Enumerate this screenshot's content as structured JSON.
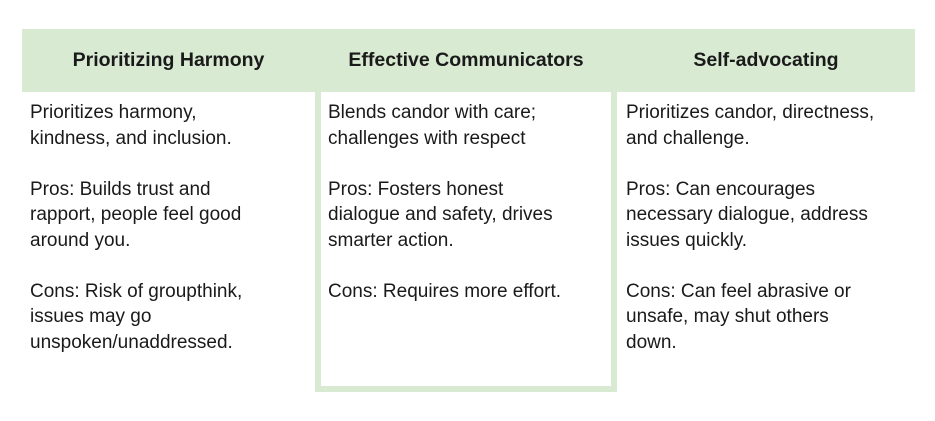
{
  "header": {
    "background_color": "#d9ead3"
  },
  "columns": [
    {
      "title": "Prioritizing Harmony",
      "description": "Prioritizes harmony,\nkindness, and inclusion.",
      "pros": "Pros: Builds trust and\nrapport, people feel good\naround you.",
      "cons": "Cons: Risk of groupthink,\nissues may go\nunspoken/unaddressed."
    },
    {
      "title": "Effective Communicators",
      "description": "Blends candor with care;\nchallenges with respect",
      "pros": "Pros: Fosters honest\ndialogue and safety, drives\nsmarter action.",
      "cons": "Cons: Requires more effort."
    },
    {
      "title": "Self-advocating",
      "description": "Prioritizes candor, directness,\nand challenge.",
      "pros": "Pros: Can encourages\nnecessary dialogue, address\nissues quickly.",
      "cons": "Cons: Can feel abrasive or\nunsafe, may shut others\ndown."
    }
  ]
}
